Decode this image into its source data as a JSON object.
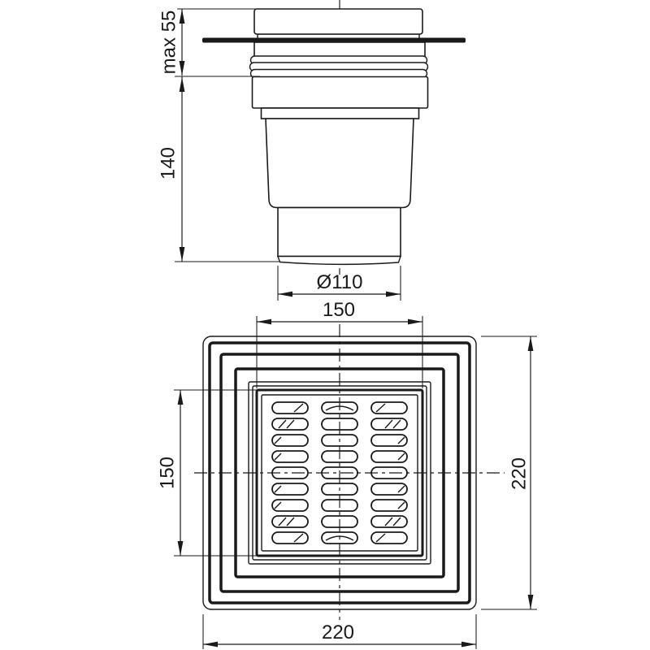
{
  "drawing": {
    "background": "#ffffff",
    "line_color": "#1a1a1a"
  },
  "side_view": {
    "dims": {
      "top_height": "max 55",
      "body_height": "140",
      "outlet_diameter": "Ø110"
    }
  },
  "plan_view": {
    "grate": {
      "rows": 9,
      "columns": 3
    },
    "dims": {
      "grate_width_top": "150",
      "grate_height_left": "150",
      "frame_height_right": "220",
      "frame_width_bottom": "220"
    }
  }
}
